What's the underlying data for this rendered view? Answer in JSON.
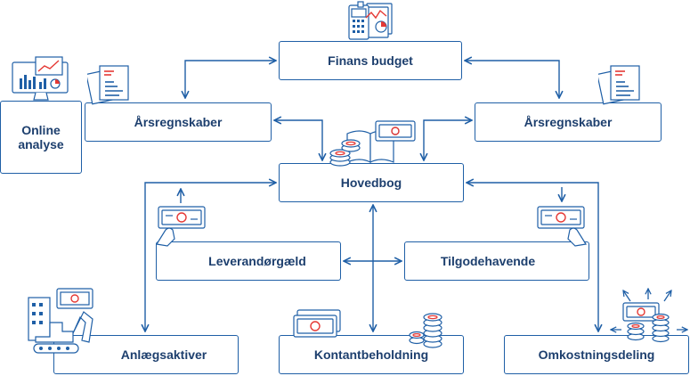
{
  "colors": {
    "line": "#1f5fa6",
    "text": "#1d3f6e",
    "accent": "#e53935",
    "box_border": "#1f5fa6"
  },
  "nodes": {
    "finans_budget": "Finans budget",
    "aarsregnskaber_left": "Årsregnskaber",
    "aarsregnskaber_right": "Årsregnskaber",
    "online_analyse_line1": "Online",
    "online_analyse_line2": "analyse",
    "hovedbog": "Hovedbog",
    "leverandorgaeld": "Leverandørgæld",
    "tilgodehavende": "Tilgodehavende",
    "anlaegsaktiver": "Anlægsaktiver",
    "kontantbeholdning": "Kontantbeholdning",
    "omkostningsdeling": "Omkostningsdeling"
  },
  "icons": [
    "calculator-chart-icon",
    "monitor-chart-icon",
    "document-stack-icon",
    "ledger-book-coins-icon",
    "hand-banknote-icon",
    "building-excavator-icon",
    "banknote-coins-icon",
    "coins-arrows-icon"
  ]
}
